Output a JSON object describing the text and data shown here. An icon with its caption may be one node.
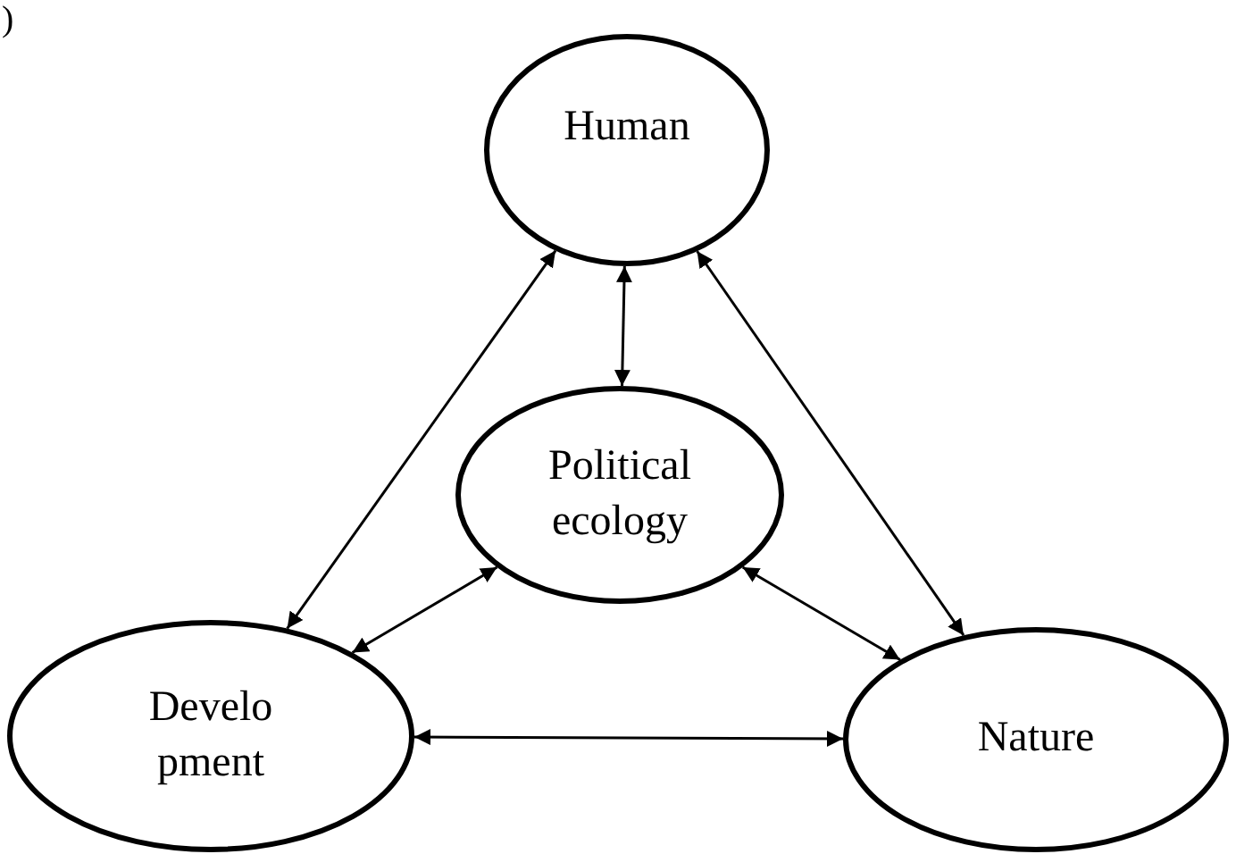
{
  "diagram": {
    "nodes": [
      {
        "text": [
          "Human"
        ]
      },
      {
        "text": [
          "Political ecology"
        ]
      },
      {
        "text": [
          "Develo pment"
        ]
      },
      {
        "text": [
          "Nature"
        ]
      }
    ],
    "edges": [
      {
        "from": 0,
        "to": 2,
        "arrow": "both"
      },
      {
        "from": 0,
        "to": 1,
        "arrow": "both"
      },
      {
        "from": 0,
        "to": 3,
        "arrow": "both"
      },
      {
        "from": 1,
        "to": 2,
        "arrow": "both"
      },
      {
        "from": 1,
        "to": 3,
        "arrow": "both"
      },
      {
        "from": 2,
        "to": 3,
        "arrow": "both"
      }
    ],
    "labels": [
      ")"
    ]
  }
}
